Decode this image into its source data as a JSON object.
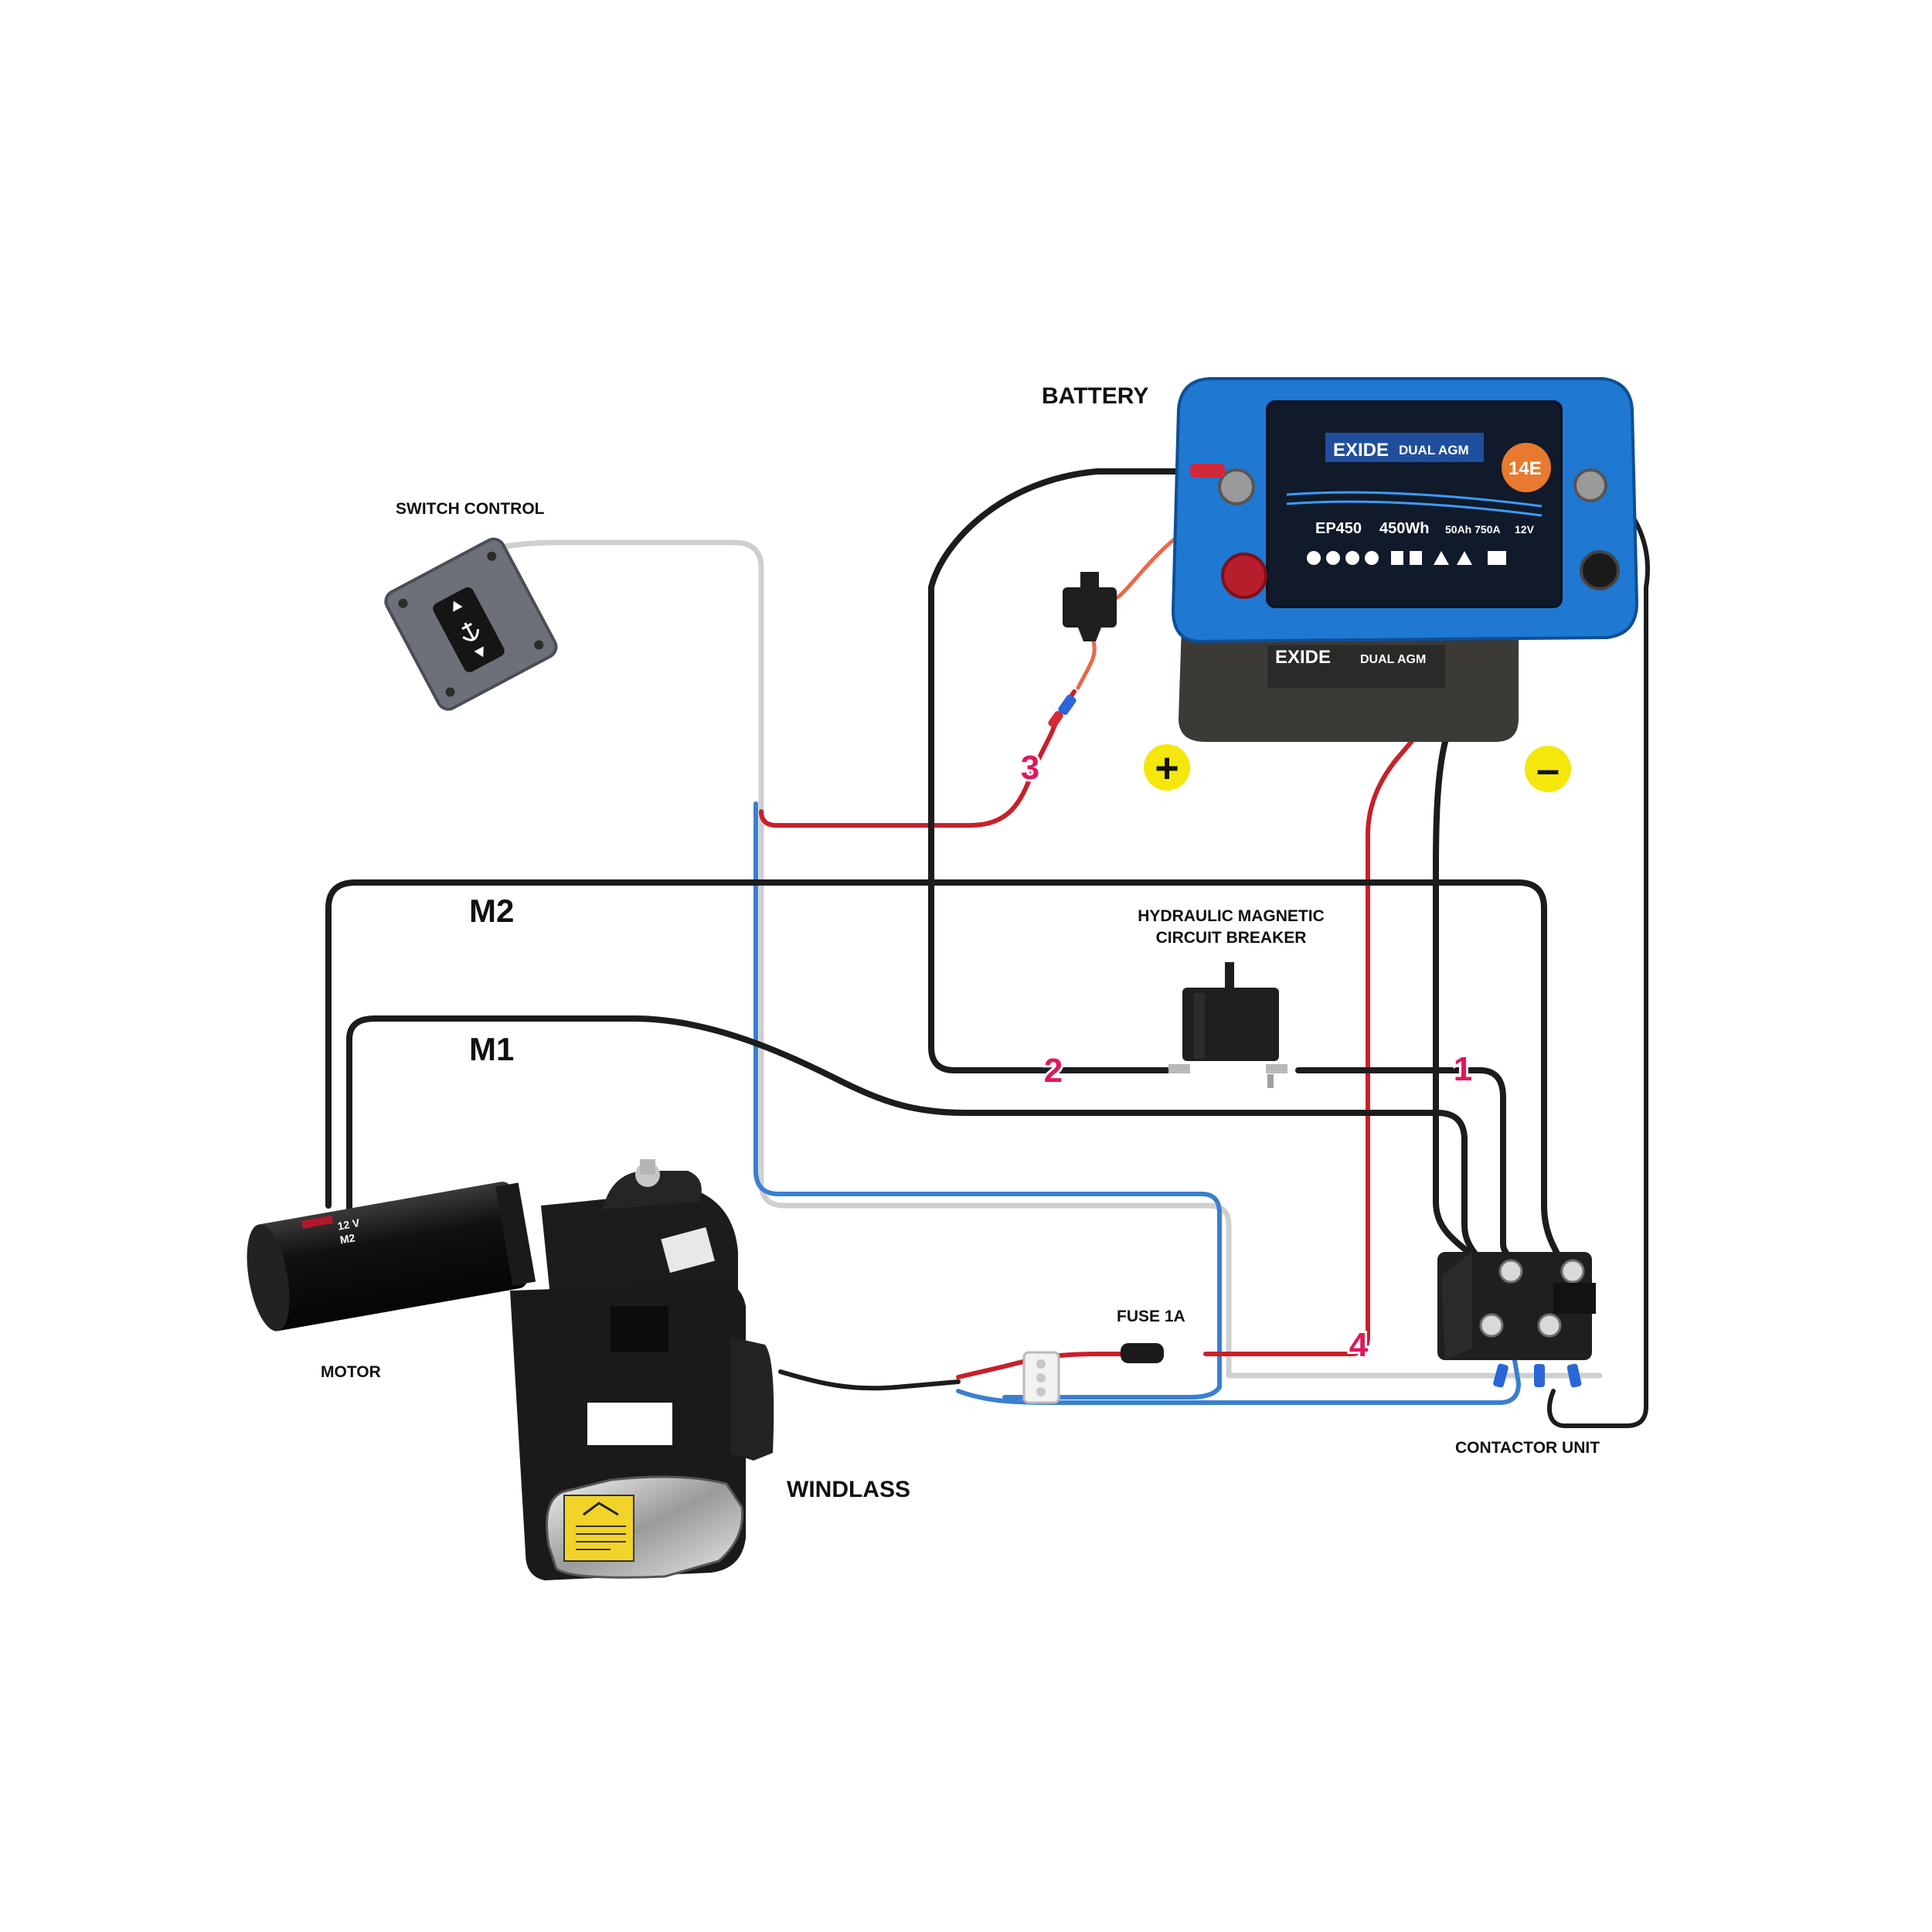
{
  "labels": {
    "battery": "BATTERY",
    "switch_control": "SWITCH CONTROL",
    "breaker_line1": "HYDRAULIC MAGNETIC",
    "breaker_line2": "CIRCUIT BREAKER",
    "motor": "MOTOR",
    "windlass": "WINDLASS",
    "fuse": "FUSE 1A",
    "contactor": "CONTACTOR UNIT",
    "m1": "M1",
    "m2": "M2"
  },
  "polarity": {
    "positive": "+",
    "negative": "–"
  },
  "callouts": {
    "n1": "1",
    "n2": "2",
    "n3": "3",
    "n4": "4"
  },
  "battery_markings": {
    "top_brand": "EXIDE",
    "type": "DUAL AGM",
    "badge": "14E",
    "model": "EP450",
    "energy": "450Wh",
    "rating": "50Ah 750A",
    "voltage": "12V",
    "front_brand": "EXIDE",
    "front_type": "DUAL AGM"
  },
  "motor_markings": {
    "voltage": "12 V",
    "terminal": "M2"
  },
  "colors": {
    "wire_black": "#1c1c1c",
    "wire_red": "#c8202a",
    "wire_orange": "#e8694a",
    "wire_grey": "#cfcfcf",
    "wire_blue": "#3a7fd0",
    "battery_blue": "#1f78d1",
    "callout_pink": "#e0185b",
    "polarity_yellow": "#f5e70c"
  }
}
